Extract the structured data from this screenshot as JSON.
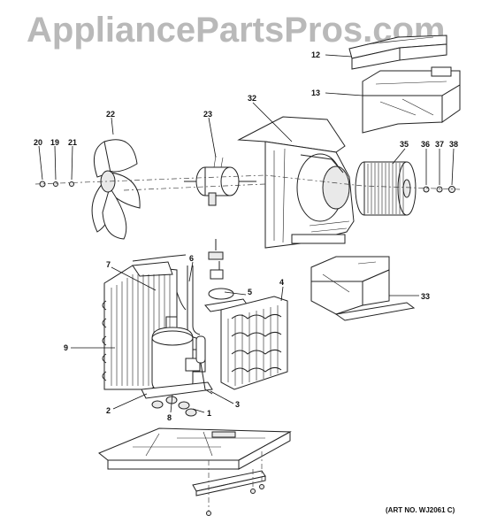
{
  "watermark": "AppliancePartsPros.com",
  "art_number": "(ART NO. WJ2061 C)",
  "callouts": {
    "c1": "1",
    "c2": "2",
    "c3": "3",
    "c4": "4",
    "c5": "5",
    "c6": "6",
    "c7": "7",
    "c8": "8",
    "c9": "9",
    "c12": "12",
    "c13": "13",
    "c19": "19",
    "c20": "20",
    "c21": "21",
    "c22": "22",
    "c23": "23",
    "c32": "32",
    "c33": "33",
    "c35": "35",
    "c36": "36",
    "c37": "37",
    "c38": "38"
  }
}
